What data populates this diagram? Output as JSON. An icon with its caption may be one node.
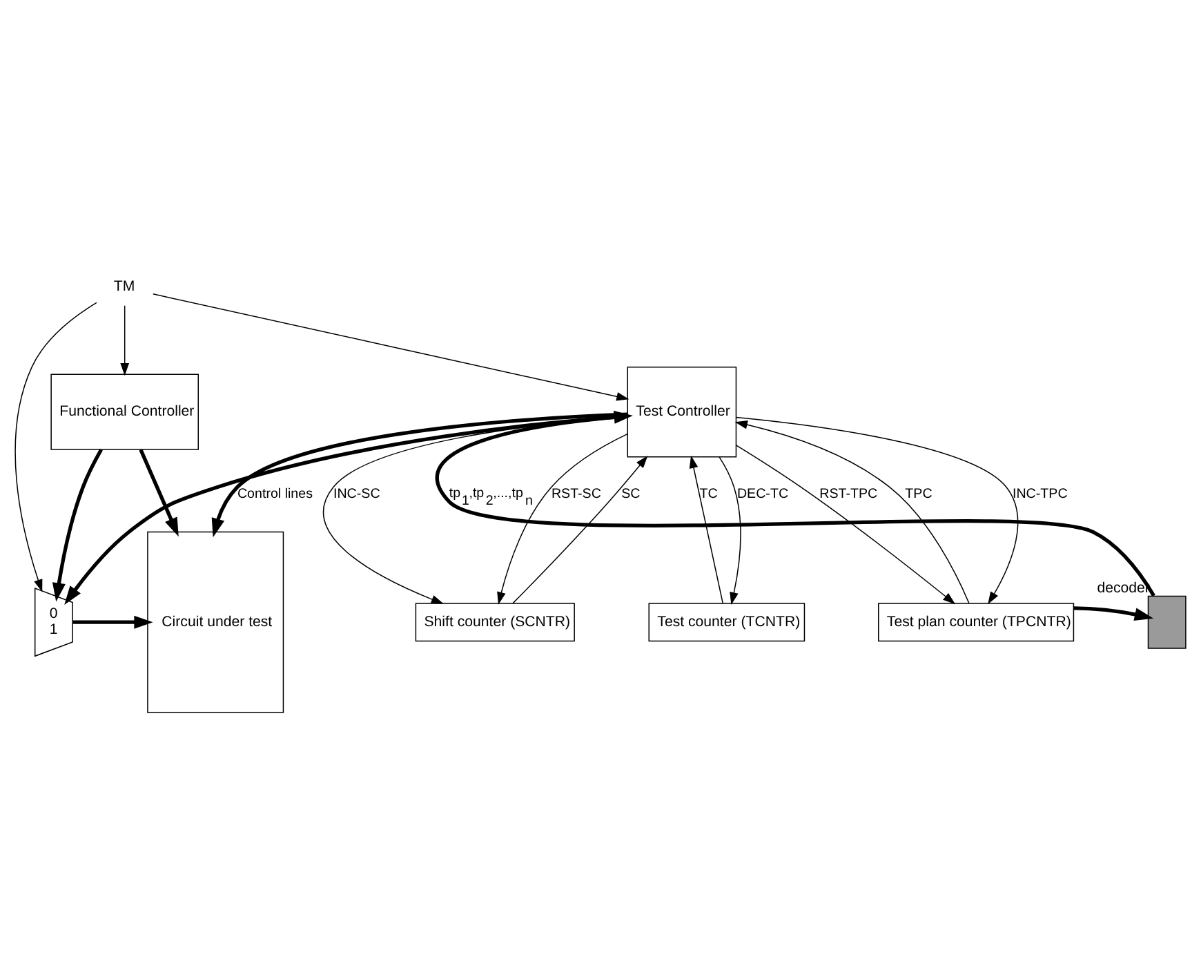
{
  "diagram": {
    "nodes": [
      {
        "text": [
          "TM"
        ]
      },
      {
        "text": [
          "Functional Controller"
        ]
      },
      {
        "text": [
          "0",
          "1"
        ]
      },
      {
        "text": [
          "Circuit under test"
        ]
      },
      {
        "text": [
          "Test Controller"
        ]
      },
      {
        "text": [],
        "shape": "box",
        "beside": [
          "decoder"
        ]
      },
      {
        "text": [
          "Shift counter (SCNTR)"
        ]
      },
      {
        "text": [
          "Test counter (TCNTR)"
        ]
      },
      {
        "text": [
          "Test plan counter (TPCNTR)"
        ]
      }
    ],
    "edges": [
      {
        "from": 0,
        "to": 1,
        "arrow": "to"
      },
      {
        "from": 0,
        "to": 2,
        "arrow": "to"
      },
      {
        "from": 0,
        "to": 4,
        "arrow": "to"
      },
      {
        "from": 1,
        "to": 3,
        "arrow": "to",
        "style": "thick"
      },
      {
        "from": 1,
        "to": 2,
        "arrow": "to",
        "style": "thick"
      },
      {
        "from": 4,
        "to": 2,
        "arrow": "to",
        "style": "thick"
      },
      {
        "from": 2,
        "to": 3,
        "arrow": "to",
        "style": "thick"
      },
      {
        "from": 4,
        "to": 3,
        "arrow": "to",
        "label": "Control lines",
        "style": "thick"
      },
      {
        "from": 5,
        "to": 4,
        "arrow": "to",
        "label": "tp$_{1}$,tp$_{2}$,...,tp$_{n}$",
        "style": "thick"
      },
      {
        "from": 4,
        "to": 6,
        "arrow": "to",
        "label": "INC-SC"
      },
      {
        "from": 4,
        "to": 6,
        "arrow": "to",
        "label": "RST-SC"
      },
      {
        "from": 6,
        "to": 4,
        "arrow": "to",
        "label": "SC"
      },
      {
        "from": 4,
        "to": 7,
        "arrow": "to",
        "label": "DEC-TC"
      },
      {
        "from": 7,
        "to": 4,
        "arrow": "to",
        "label": "TC"
      },
      {
        "from": 4,
        "to": 8,
        "arrow": "to",
        "label": "INC-TPC"
      },
      {
        "from": 4,
        "to": 8,
        "arrow": "to",
        "label": "RST-TPC"
      },
      {
        "from": 8,
        "to": 4,
        "arrow": "to",
        "label": "TPC"
      },
      {
        "from": 8,
        "to": 5,
        "arrow": "to",
        "style": "thick"
      }
    ]
  }
}
